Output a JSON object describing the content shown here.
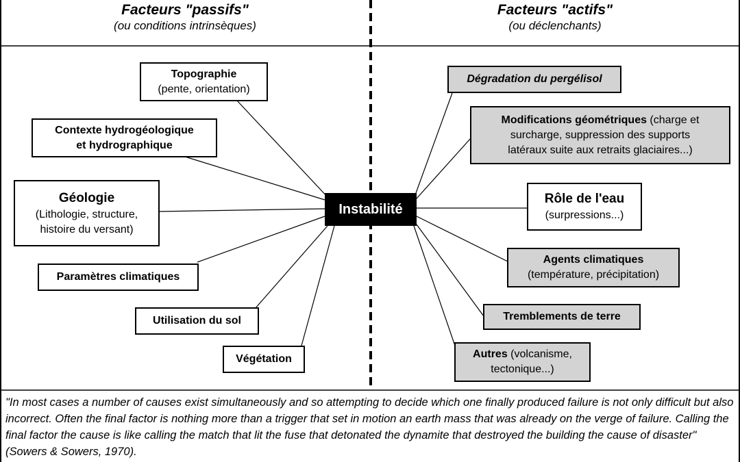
{
  "headers": {
    "passive_title": "Facteurs \"passifs\"",
    "passive_subtitle": "(ou conditions intrinsèques)",
    "active_title": "Facteurs \"actifs\"",
    "active_subtitle": "(ou déclenchants)"
  },
  "center_label": "Instabilité",
  "passive_factors": {
    "topographie": {
      "title": "Topographie",
      "detail": "(pente, orientation)"
    },
    "contexte": {
      "title_line1": "Contexte hydrogéologique",
      "title_line2": "et hydrographique"
    },
    "geologie": {
      "title": "Géologie",
      "detail_line1": "(Lithologie, structure,",
      "detail_line2": "histoire du versant)"
    },
    "parametres": {
      "title": "Paramètres climatiques"
    },
    "utilisation": {
      "title": "Utilisation du sol"
    },
    "vegetation": {
      "title": "Végétation"
    }
  },
  "active_factors": {
    "pergelisol": {
      "title": "Dégradation du pergélisol"
    },
    "modifications": {
      "title": "Modifications géométriques",
      "detail_line1": " (charge et",
      "detail_line2": "surcharge, suppression des supports",
      "detail_line3": "latéraux suite aux retraits glaciaires...)"
    },
    "eau": {
      "title": "Rôle de l'eau",
      "detail": "(surpressions...)"
    },
    "agents": {
      "title": "Agents climatiques",
      "detail": "(température, précipitation)"
    },
    "tremblements": {
      "title": "Tremblements de terre"
    },
    "autres": {
      "title": "Autres",
      "detail_line1": " (volcanisme,",
      "detail_line2": "tectonique...)"
    }
  },
  "quote": "\"In most cases a number of causes exist simultaneously and so attempting to decide which one finally produced failure is not only difficult but also incorrect. Often the final factor is nothing more than a trigger that set in motion an earth mass that was already on the verge of failure. Calling the final factor the cause is like calling the match that lit the fuse that detonated the dynamite that destroyed the building the cause of disaster\" (Sowers & Sowers, 1970).",
  "colors": {
    "passive_box": "#ffffff",
    "active_box": "#d3d3d3",
    "center_box": "#000000"
  }
}
